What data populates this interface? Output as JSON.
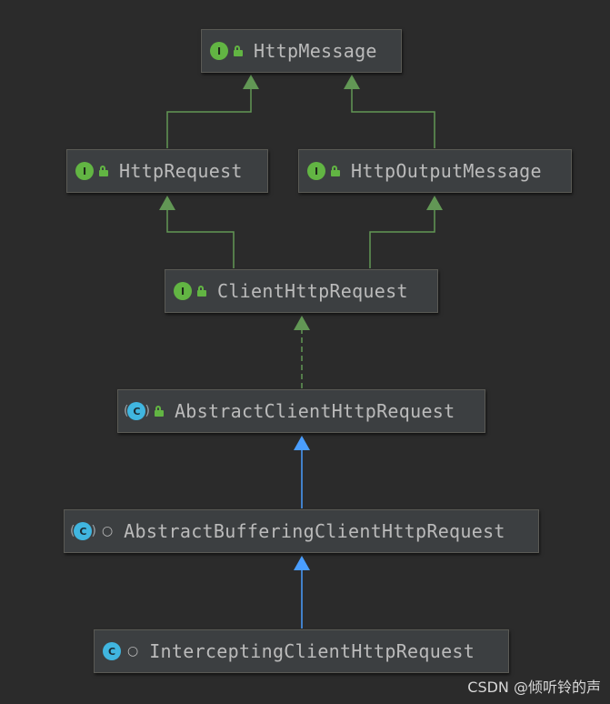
{
  "nodes": {
    "http_message": {
      "label": "HttpMessage",
      "badge": "I",
      "kind": "interface"
    },
    "http_request": {
      "label": "HttpRequest",
      "badge": "I",
      "kind": "interface"
    },
    "http_output_message": {
      "label": "HttpOutputMessage",
      "badge": "I",
      "kind": "interface"
    },
    "client_http_request": {
      "label": "ClientHttpRequest",
      "badge": "I",
      "kind": "interface"
    },
    "abstract_client_http_request": {
      "label": "AbstractClientHttpRequest",
      "badge": "C",
      "kind": "abstract-class"
    },
    "abstract_buffering_client_http_request": {
      "label": "AbstractBufferingClientHttpRequest",
      "badge": "C",
      "kind": "abstract-class"
    },
    "intercepting_client_http_request": {
      "label": "InterceptingClientHttpRequest",
      "badge": "C",
      "kind": "class"
    }
  },
  "edges": [
    {
      "from": "http_request",
      "to": "http_message",
      "type": "extends"
    },
    {
      "from": "http_output_message",
      "to": "http_message",
      "type": "extends"
    },
    {
      "from": "client_http_request",
      "to": "http_request",
      "type": "extends"
    },
    {
      "from": "client_http_request",
      "to": "http_output_message",
      "type": "extends"
    },
    {
      "from": "abstract_client_http_request",
      "to": "client_http_request",
      "type": "implements"
    },
    {
      "from": "abstract_buffering_client_http_request",
      "to": "abstract_client_http_request",
      "type": "extends-class"
    },
    {
      "from": "intercepting_client_http_request",
      "to": "abstract_buffering_client_http_request",
      "type": "extends-class"
    }
  ],
  "colors": {
    "background": "#2b2b2b",
    "node_fill": "#3c3f41",
    "interface_arrow": "#629755",
    "class_arrow": "#4a9eff",
    "interface_badge": "#62b543",
    "class_badge": "#40b6e0"
  },
  "watermark": "CSDN @倾听铃的声"
}
